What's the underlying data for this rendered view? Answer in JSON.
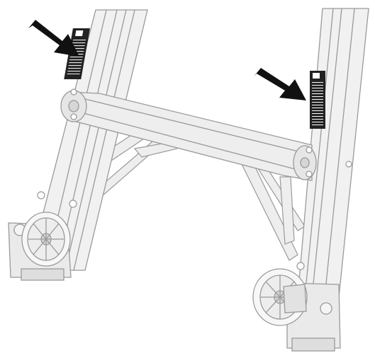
{
  "diagram": {
    "arrow_count": 2,
    "label_count": 2,
    "wheel_count": 2
  },
  "colors": {
    "background": "#ffffff",
    "line": "#9a9a9a",
    "fill": "#ececec",
    "shade": "#d6d6d6",
    "arrow": "#111111",
    "label": "#222222"
  }
}
